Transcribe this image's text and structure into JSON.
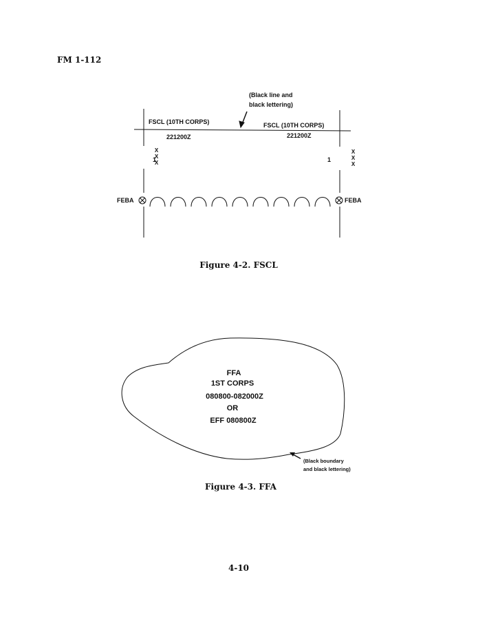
{
  "header": {
    "running_head": "FM 1-112"
  },
  "figure_4_2": {
    "annotation_line1": "(Black line and",
    "annotation_line2": "black lettering)",
    "fscl_left": "FSCL  (10TH  CORPS)",
    "fscl_right": "FSCL  (10TH  CORPS)",
    "dtg_left": "221200Z",
    "dtg_right": "221200Z",
    "boundary_symbol": "XXX",
    "unit_left": "1",
    "unit_right": "1",
    "feba_left": "FEBA",
    "feba_right": "FEBA",
    "caption": "Figure 4-2.  FSCL"
  },
  "figure_4_3": {
    "line1": "FFA",
    "line2": "1ST  CORPS",
    "line3": "080800-082000Z",
    "line4": "OR",
    "line5": "EFF  080800Z",
    "annotation_line1": "(Black  boundary",
    "annotation_line2": "and  black  lettering)",
    "caption": "Figure 4-3.  FFA"
  },
  "footer": {
    "page_number": "4-10"
  }
}
